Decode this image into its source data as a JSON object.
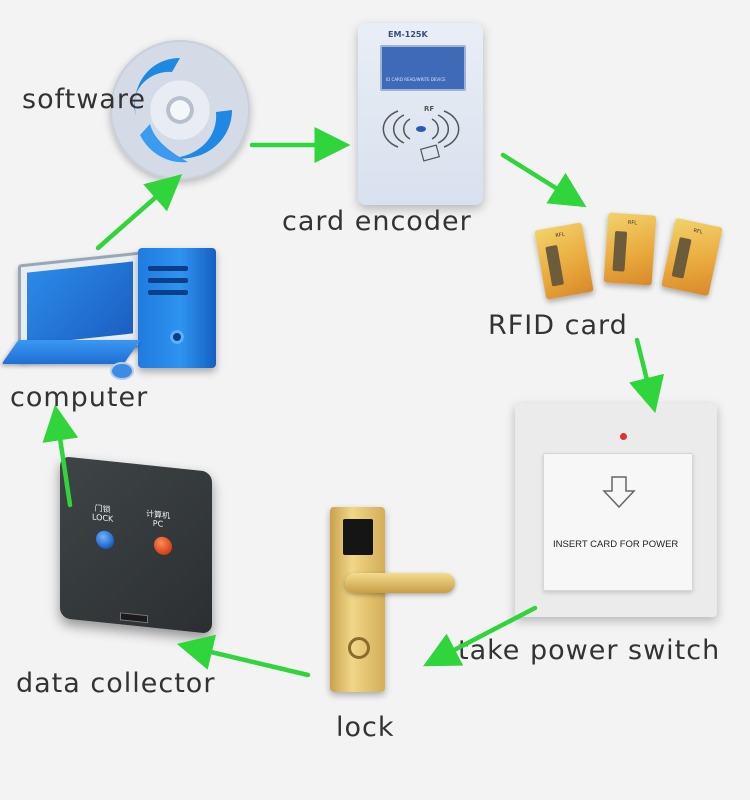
{
  "labels": {
    "software": "software",
    "card_encoder": "card encoder",
    "rfid_card": "RFID card",
    "computer": "computer",
    "take_power_switch": "take power switch",
    "lock": "lock",
    "data_collector": "data collector"
  },
  "encoder": {
    "model": "EM-125K",
    "screen_text": "ID CARD READ/WRITE DEVICE",
    "rf_text": "RF"
  },
  "switch": {
    "text": "INSERT CARD FOR POWER"
  },
  "collector": {
    "lock_label": "门锁\nLOCK",
    "pc_label": "计算机\nPC"
  },
  "colors": {
    "arrow": "#2fd53a",
    "label": "#333333",
    "background": "#f3f3f3"
  }
}
